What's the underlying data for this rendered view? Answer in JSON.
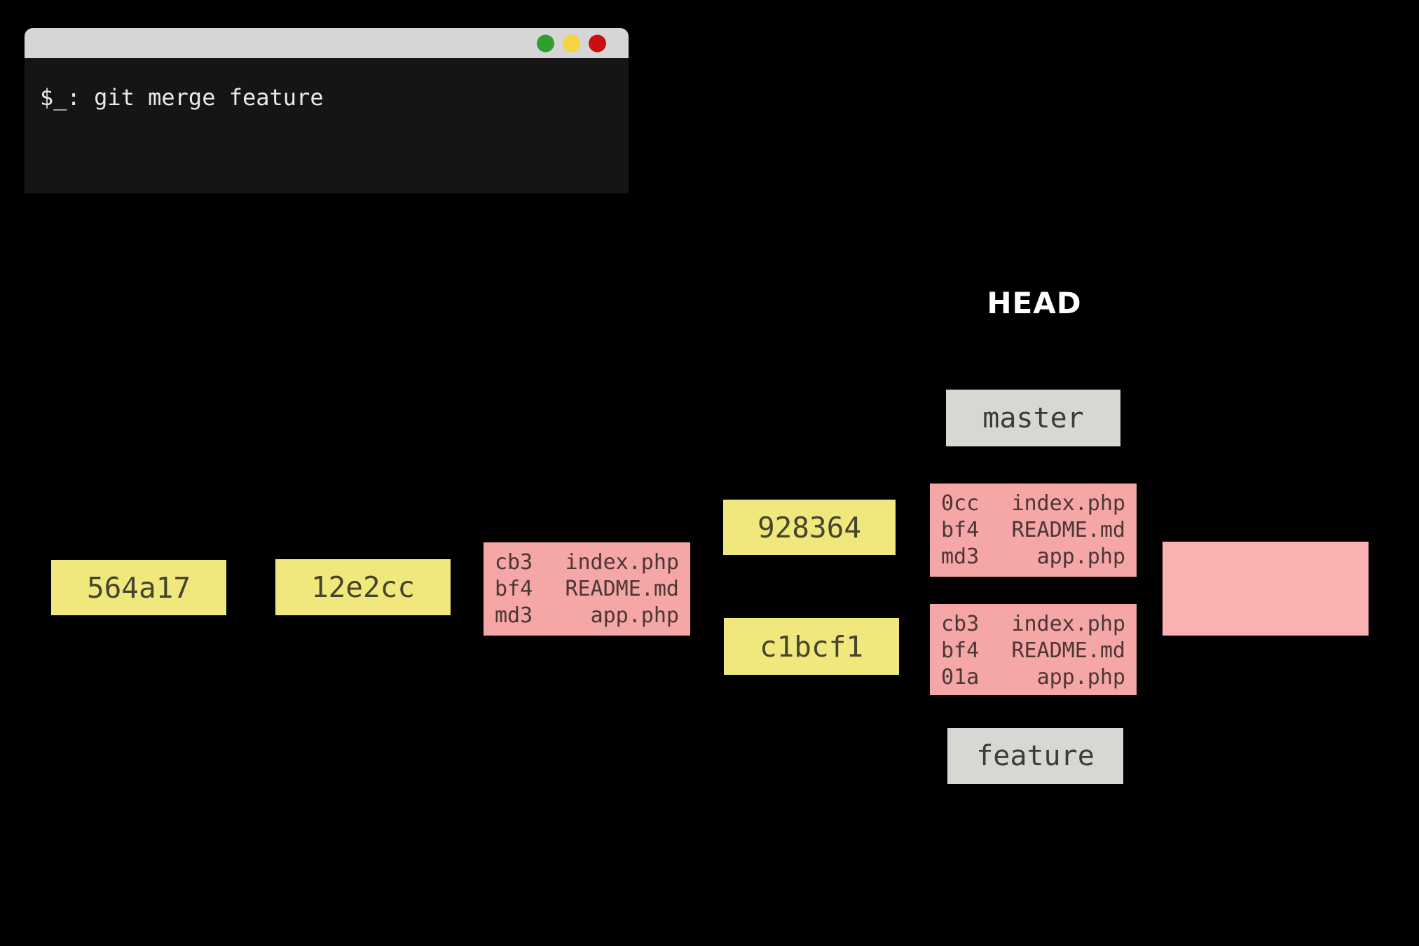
{
  "terminal": {
    "prompt": "$_: git merge feature",
    "traffic_lights": [
      "green",
      "yellow",
      "red"
    ]
  },
  "head_label": "HEAD",
  "refs": {
    "master": "master",
    "feature": "feature"
  },
  "commits": [
    {
      "id": "564a17"
    },
    {
      "id": "12e2cc"
    },
    {
      "id": "928364"
    },
    {
      "id": "c1bcf1"
    }
  ],
  "trees": [
    {
      "name": "common-parent-tree",
      "rows": [
        [
          "cb3",
          "index.php"
        ],
        [
          "bf4",
          "README.md"
        ],
        [
          "md3",
          "app.php"
        ]
      ]
    },
    {
      "name": "master-tree",
      "rows": [
        [
          "0cc",
          "index.php"
        ],
        [
          "bf4",
          "README.md"
        ],
        [
          "md3",
          "app.php"
        ]
      ]
    },
    {
      "name": "feature-tree",
      "rows": [
        [
          "cb3",
          "index.php"
        ],
        [
          "bf4",
          "README.md"
        ],
        [
          "01a",
          "app.php"
        ]
      ]
    },
    {
      "name": "merge-result-tree",
      "rows": []
    }
  ],
  "colors": {
    "background": "#000000",
    "terminal_titlebar": "#d6d6d6",
    "terminal_body": "#151515",
    "terminal_text": "#eaeaea",
    "light_green": "#2f9e2f",
    "light_yellow": "#f6d43e",
    "light_red": "#c90f0f",
    "commit_yellow": "#f1e87d",
    "commit_text": "#45452d",
    "tree_pink": "#f5a6a6",
    "tree_merge_pink": "#fab1b1",
    "tree_text": "#4d3636",
    "ref_gray": "#d7d7d4",
    "ref_text": "#3c3c3c",
    "head_text": "#ffffff"
  }
}
